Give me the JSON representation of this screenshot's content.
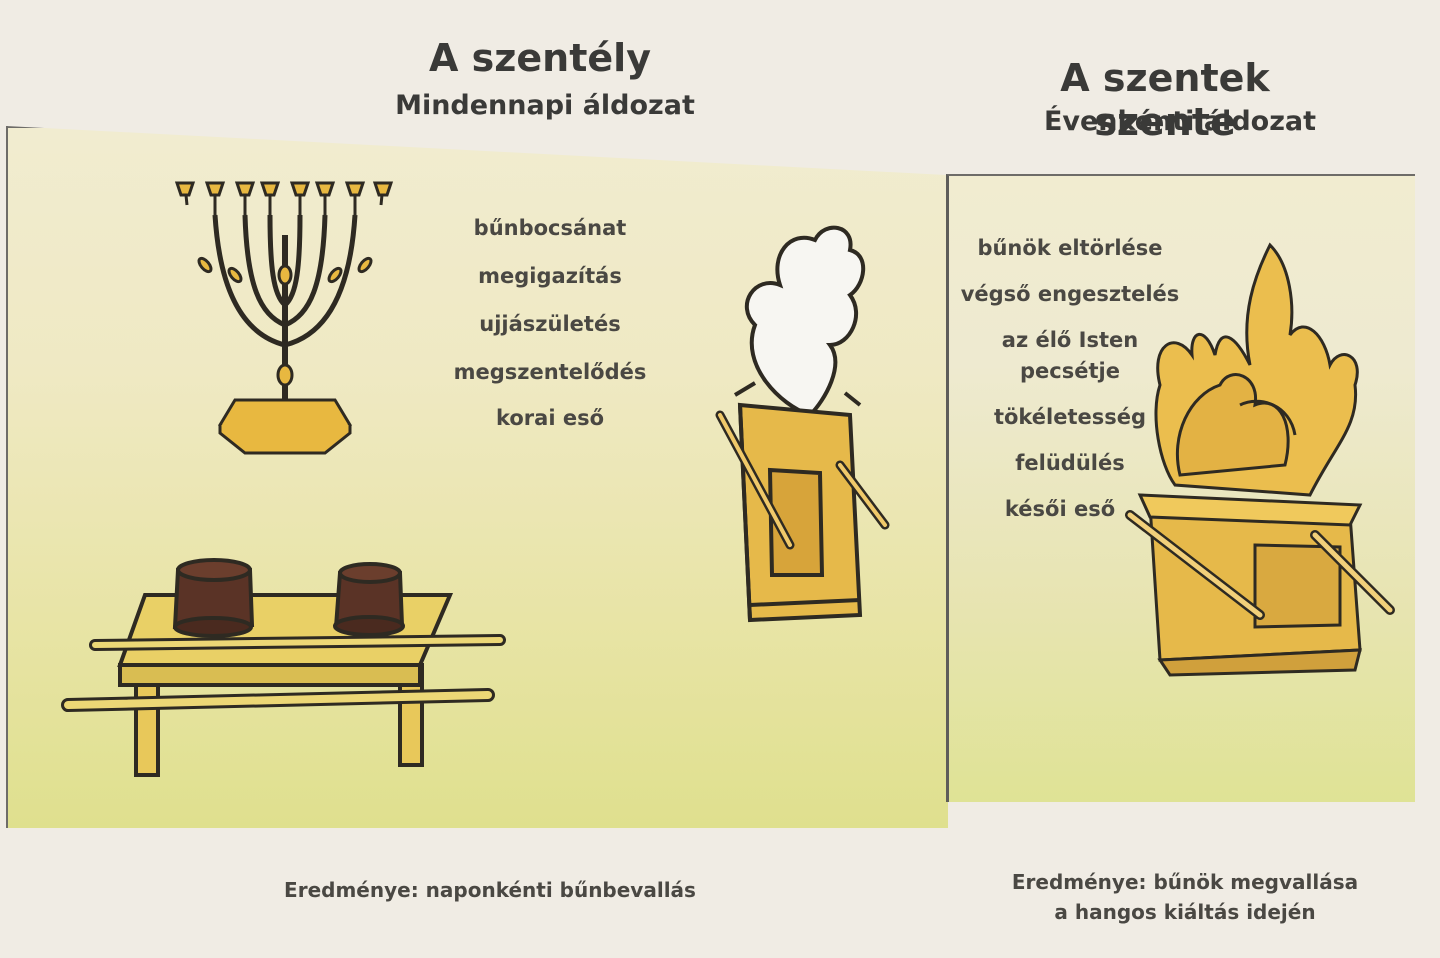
{
  "left": {
    "title": "A szentély",
    "subtitle": "Mindennapi áldozat",
    "items": [
      "bűnbocsánat",
      "megigazítás",
      "ujjászületés",
      "megszentelődés",
      "korai eső"
    ],
    "result": "Eredménye: naponkénti bűnbevallás"
  },
  "right": {
    "title": "A szentek szente",
    "subtitle": "Évenkénti áldozat",
    "items": [
      "bűnök eltörlése",
      "végső engesztelés",
      "az élő Isten",
      "pecsétje",
      "tökéletesség",
      "felüdülés",
      "késői eső"
    ],
    "result_line1": "Eredménye: bűnök megvallása",
    "result_line2": "a hangos kiáltás idején"
  },
  "icons": [
    "menorah-icon",
    "incense-altar-icon",
    "showbread-table-icon",
    "ark-of-covenant-icon"
  ],
  "colors": {
    "gold": "#e8b840",
    "gold_dark": "#b9842a",
    "bread": "#5a3326",
    "outline": "#2e2a22"
  }
}
